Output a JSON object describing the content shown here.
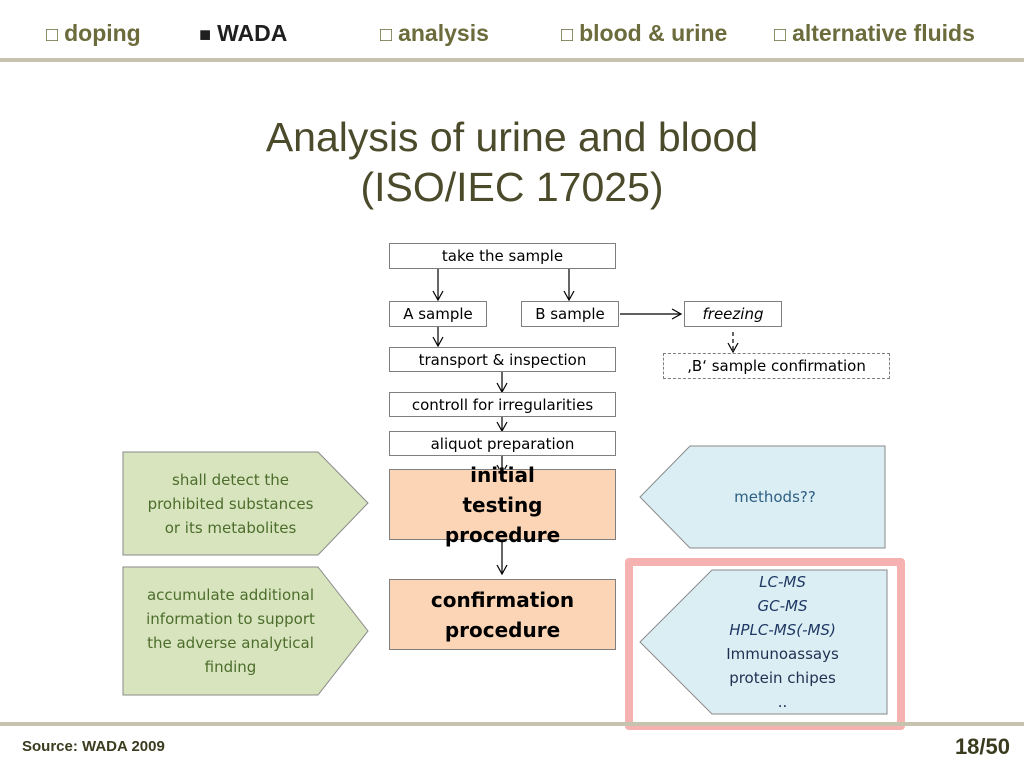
{
  "nav": {
    "items": [
      {
        "label": "doping",
        "marker": "□",
        "active": false
      },
      {
        "label": "WADA",
        "marker": "■",
        "active": true
      },
      {
        "label": "analysis",
        "marker": "□",
        "active": false
      },
      {
        "label": "blood & urine",
        "marker": "□",
        "active": false
      },
      {
        "label": "alternative fluids",
        "marker": "□",
        "active": false
      }
    ]
  },
  "title": {
    "line1": "Analysis of urine and blood",
    "line2": "(ISO/IEC 17025)"
  },
  "flow": {
    "take_sample": "take the sample",
    "a_sample": "A sample",
    "b_sample": "B sample",
    "freezing": "freezing",
    "b_confirmation": "‚B‘ sample confirmation",
    "transport": "transport & inspection",
    "controll": "controll for irregularities",
    "aliquot": "aliquot preparation",
    "initial": "initial testing procedure",
    "confirmation": "confirmation procedure"
  },
  "notes": {
    "initial_left": [
      "shall detect the",
      "prohibited substances",
      "or its metabolites"
    ],
    "confirm_left": [
      "accumulate additional",
      "information to support",
      "the adverse analytical",
      "finding"
    ],
    "initial_right": "methods??",
    "confirm_right": {
      "italic": [
        "LC-MS",
        "GC-MS",
        "HPLC-MS(-MS)"
      ],
      "plain": [
        "Immunoassays",
        "protein chipes",
        ".."
      ]
    }
  },
  "colors": {
    "green_fill": "#d7e4bd",
    "blue_fill": "#dbeef4",
    "orange_fill": "#fbd5b5",
    "highlight": "#f5a3a3",
    "rule": "#c6c3ae"
  },
  "footer": {
    "source": "Source: WADA 2009",
    "page": "18/50"
  }
}
